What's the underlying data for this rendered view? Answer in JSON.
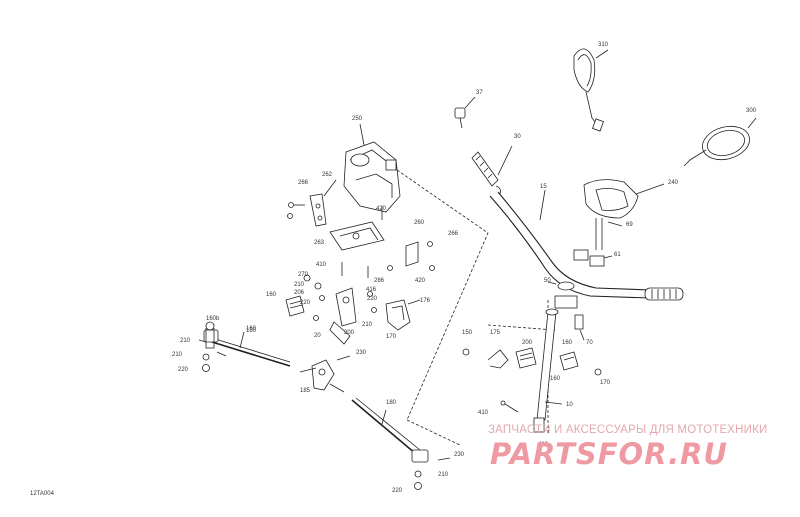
{
  "diagram_ref": "12TA004",
  "labels": [
    "310",
    "37",
    "300",
    "250",
    "30",
    "15",
    "240",
    "266",
    "262",
    "420",
    "260",
    "266",
    "69",
    "263",
    "410",
    "61",
    "270",
    "210",
    "206",
    "220",
    "416",
    "286",
    "420",
    "160",
    "220",
    "176",
    "50",
    "160b",
    "160",
    "210",
    "200",
    "20",
    "170",
    "210",
    "175",
    "150",
    "180",
    "70",
    "160",
    "200",
    "230",
    "160",
    "170",
    "220",
    "185",
    "410",
    "180",
    "10",
    "230",
    "410",
    "210",
    "220",
    "210"
  ],
  "watermark": {
    "tagline": "ЗАПЧАСТИ И АКСЕССУАРЫ ДЛЯ МОТОТЕХНИКИ",
    "logo": "PARTSFOR.RU"
  }
}
